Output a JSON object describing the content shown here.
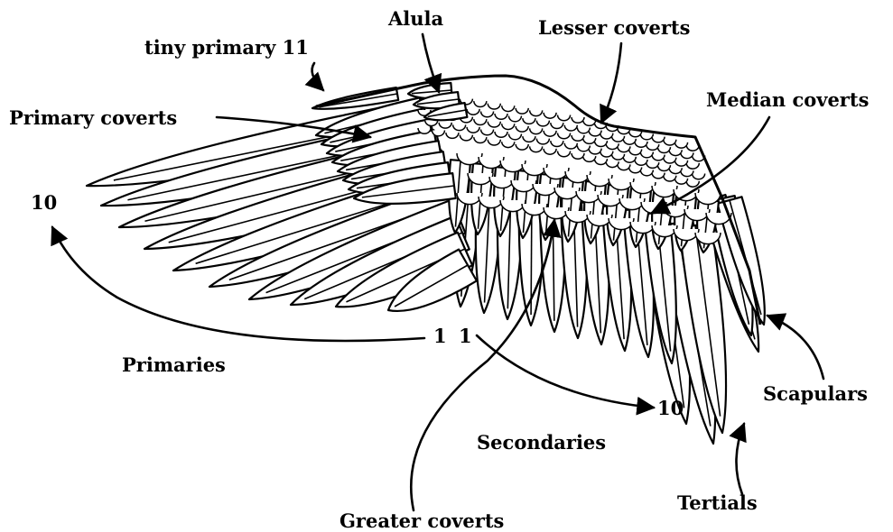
{
  "labels": {
    "alula": "Alula",
    "lesser_coverts": "Lesser coverts",
    "tiny_primary": "tiny primary 11",
    "median_coverts": "Median coverts",
    "primary_coverts": "Primary coverts",
    "primary_number_10": "10",
    "secondary_number_1": "1",
    "primary_number_1": "1",
    "secondary_number_10": "10",
    "primaries": "Primaries",
    "scapulars": "Scapulars",
    "secondaries": "Secondaries",
    "tertials": "Tertials",
    "greater_coverts": "Greater coverts"
  },
  "colors": {
    "ink": "#000000",
    "paper": "#ffffff"
  }
}
